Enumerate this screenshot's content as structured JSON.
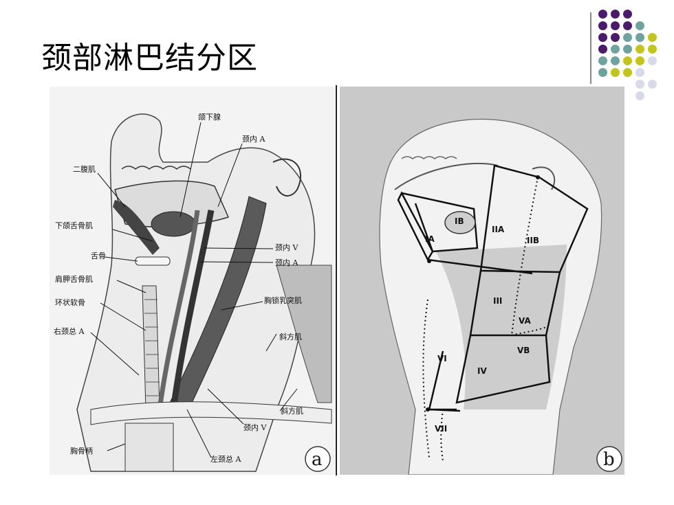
{
  "slide": {
    "title": "颈部淋巴结分区"
  },
  "decoration": {
    "dot_colors": {
      "purple": "#4b1a6b",
      "teal": "#6fa3a0",
      "olive": "#c4c41e",
      "lavender": "#d9d9ec"
    }
  },
  "panel_a": {
    "letter": "a",
    "labels": {
      "submandibular_gland": "颌下腺",
      "internal_carotid_artery": "颈内 A",
      "digastric": "二腹肌",
      "hyoglossus": "下颌舌骨肌",
      "internal_jugular_vein_upper": "颈内 V",
      "hyoid": "舌骨",
      "internal_carotid_artery_lower": "颈内 A",
      "omohyoid": "肩胛舌骨肌",
      "cricoid": "环状软骨",
      "sternocleidomastoid": "胸锁乳突肌",
      "right_common_carotid": "右颈总 A",
      "trapezius_upper": "斜方肌",
      "trapezius_lower": "斜方肌",
      "internal_jugular_vein_lower": "颈内 V",
      "manubrium": "胸骨柄",
      "left_common_carotid": "左颈总 A"
    }
  },
  "panel_b": {
    "letter": "b",
    "zones": {
      "ia": "IA",
      "ib": "IB",
      "iia": "IIA",
      "iib": "IIB",
      "iii": "III",
      "va": "VA",
      "vb": "VB",
      "iv": "IV",
      "vi": "VI",
      "vii": "VII"
    }
  }
}
